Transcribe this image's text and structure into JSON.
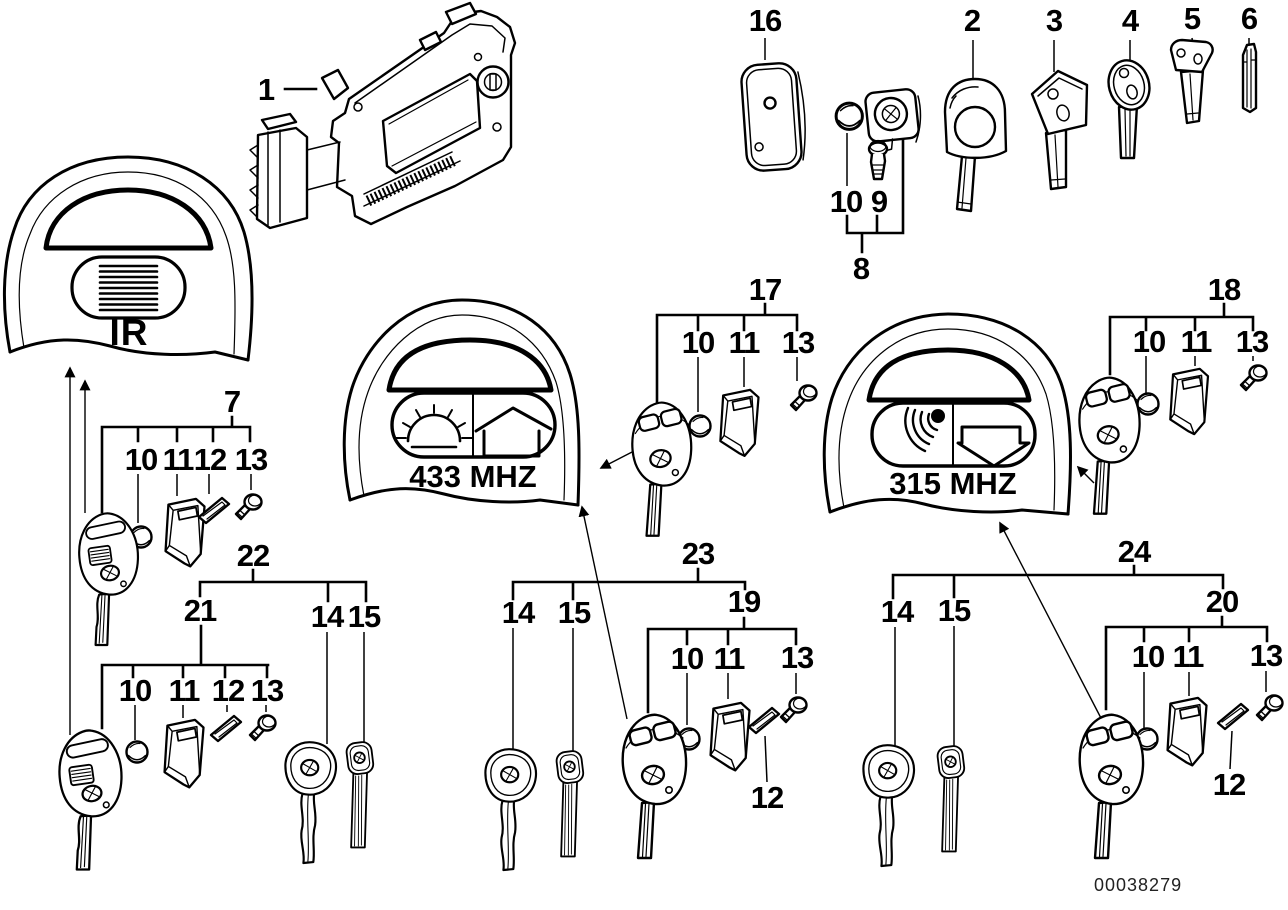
{
  "remotes": {
    "ir": "IR",
    "mhz433": "433 MHZ",
    "mhz315": "315 MHZ"
  },
  "callouts": {
    "module": "1",
    "fob": "16",
    "key2": "2",
    "key3": "3",
    "key4": "4",
    "key5": "5",
    "key6": "6",
    "lock": {
      "cap": "10",
      "screw": "9",
      "group": "8"
    },
    "g7": {
      "group": "7",
      "cap": "10",
      "cover": "11",
      "plate": "12",
      "screw": "13"
    },
    "g17": {
      "group": "17",
      "cap": "10",
      "cover": "11",
      "screw": "13"
    },
    "g18": {
      "group": "18",
      "cap": "10",
      "cover": "11",
      "screw": "13"
    },
    "g19": {
      "group": "19",
      "cap": "10",
      "cover": "11",
      "plate": "12",
      "screw": "13"
    },
    "g20": {
      "group": "20",
      "cap": "10",
      "cover": "11",
      "plate": "12",
      "screw": "13"
    },
    "g21": {
      "group": "21",
      "cap": "10",
      "cover": "11",
      "plate": "12",
      "screw": "13"
    },
    "g22": {
      "group": "22",
      "key14": "14",
      "key15": "15"
    },
    "g23": {
      "group": "23",
      "key14": "14",
      "key15": "15"
    },
    "g24": {
      "group": "24",
      "key14": "14",
      "key15": "15"
    }
  },
  "footer": {
    "doc_number": "00038279"
  }
}
